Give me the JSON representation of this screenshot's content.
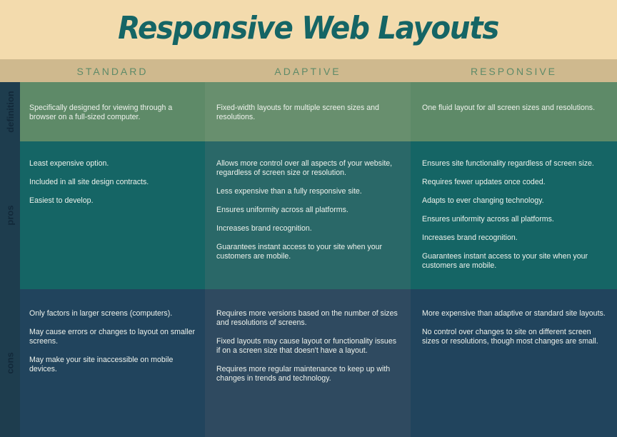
{
  "title": "Responsive Web Layouts",
  "colors": {
    "title_bg": "#F3DBAD",
    "title_text": "#156565",
    "header_band": "#CFB98E",
    "header_text": "#5E8A68",
    "label_column": "#1E3D4E",
    "definition_row": "#5E8A68",
    "pros_row": "#156565",
    "cons_row": "#21445D"
  },
  "columns": [
    "STANDARD",
    "ADAPTIVE",
    "RESPONSIVE"
  ],
  "rows": [
    {
      "label": "definition",
      "cells": [
        [
          "Specifically designed for viewing through a browser on a full-sized computer."
        ],
        [
          "Fixed-width layouts for multiple screen sizes and resolutions."
        ],
        [
          "One fluid layout for all screen sizes and resolutions."
        ]
      ]
    },
    {
      "label": "pros",
      "cells": [
        [
          "Least expensive option.",
          "Included in all site design contracts.",
          "Easiest to develop."
        ],
        [
          "Allows more control over all aspects of your website, regardless of screen size or resolution.",
          "Less expensive than a fully responsive site.",
          "Ensures uniformity across all platforms.",
          "Increases brand recognition.",
          "Guarantees instant access to your site when your customers are mobile."
        ],
        [
          "Ensures site functionality regardless of screen size.",
          "Requires fewer updates once coded.",
          "Adapts to ever changing technology.",
          "Ensures uniformity across all platforms.",
          "Increases brand recognition.",
          "Guarantees instant access to your site when your customers are mobile."
        ]
      ]
    },
    {
      "label": "cons",
      "cells": [
        [
          "Only factors in larger screens (computers).",
          "May cause errors or changes to layout on smaller screens.",
          "May make your site inaccessible on mobile devices."
        ],
        [
          "Requires more versions based on the number of sizes and resolutions of screens.",
          "Fixed layouts may cause layout or functionality issues if on a screen size that doesn't have a layout.",
          "Requires more regular maintenance to keep up with changes in trends and technology."
        ],
        [
          "More expensive than adaptive or standard site layouts.",
          "No control over changes to site on different screen sizes or resolutions, though most changes are small."
        ]
      ]
    }
  ]
}
